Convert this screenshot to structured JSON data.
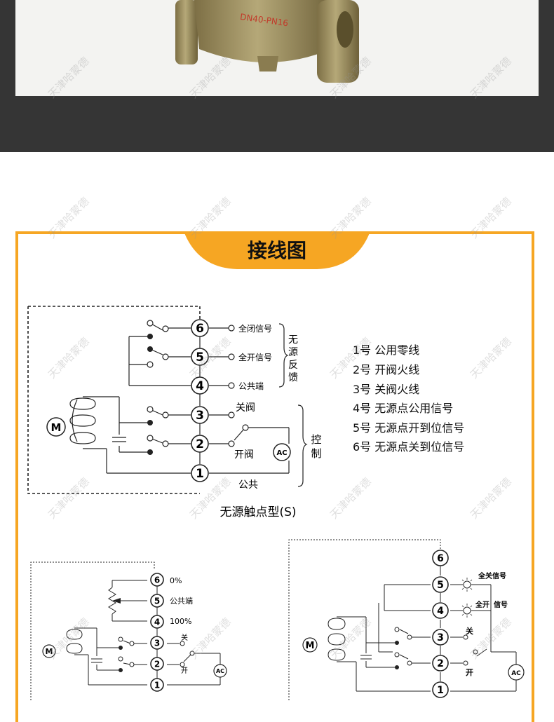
{
  "product_photo": {
    "casting_text": "DN40-PN16",
    "body_color": "#a89a6a"
  },
  "section": {
    "title": "接线图",
    "accent_color": "#f6a623"
  },
  "watermark": "天津哈蒙德",
  "passive_contact_diagram": {
    "caption": "无源触点型(S)",
    "motor_label": "M",
    "terminals": [
      "6",
      "5",
      "4",
      "3",
      "2",
      "1"
    ],
    "feedback_labels": [
      "全闭信号",
      "全开信号",
      "公共端"
    ],
    "feedback_group_label": "无源反馈",
    "close_label": "关阀",
    "open_label": "开阀",
    "common_label": "公共",
    "ac_label": "AC",
    "control_label": "控制"
  },
  "terminal_legend": [
    "1号  公用零线",
    "2号  开阀火线",
    "3号  关阀火线",
    "4号  无源点公用信号",
    "5号  无源点开到位信号",
    "6号  无源点关到位信号"
  ],
  "potentiometer_diagram": {
    "motor_label": "M",
    "terminals": [
      "6",
      "5",
      "4",
      "3",
      "2",
      "1"
    ],
    "labels": [
      "0%",
      "公共端",
      "100%",
      "关",
      "开"
    ],
    "ac_label": "AC"
  },
  "signal_lamp_diagram": {
    "motor_label": "M",
    "terminals": [
      "6",
      "5",
      "4",
      "3",
      "2",
      "1"
    ],
    "labels": [
      "全关信号",
      "全开",
      "信号",
      "关",
      "开"
    ],
    "ac_label": "AC"
  }
}
